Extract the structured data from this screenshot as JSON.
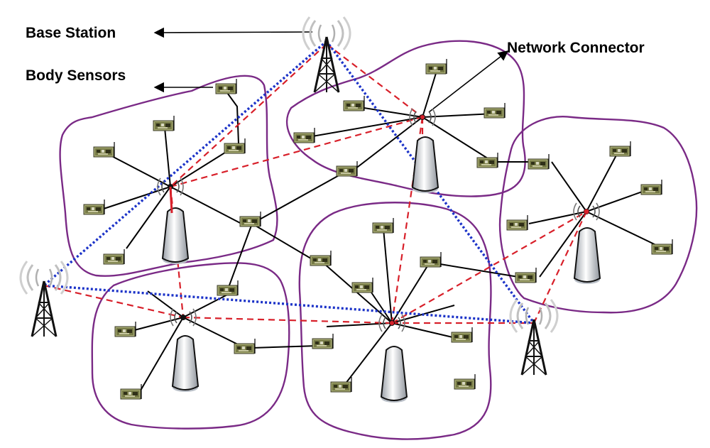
{
  "labels": {
    "base_station": "Base Station",
    "body_sensors": "Body Sensors",
    "network_connector": "Network Connector"
  },
  "colors": {
    "cluster_boundary": "#7a2a86",
    "base_station_link": "#1c33c8",
    "network_link": "#d8202a",
    "sensor_link": "#000000",
    "sensor_board": "#8a8f5a"
  },
  "icons": {
    "base_station": "radio-tower-icon",
    "network_connector": "coordinator-node-icon",
    "body_sensor": "sensor-board-icon"
  }
}
